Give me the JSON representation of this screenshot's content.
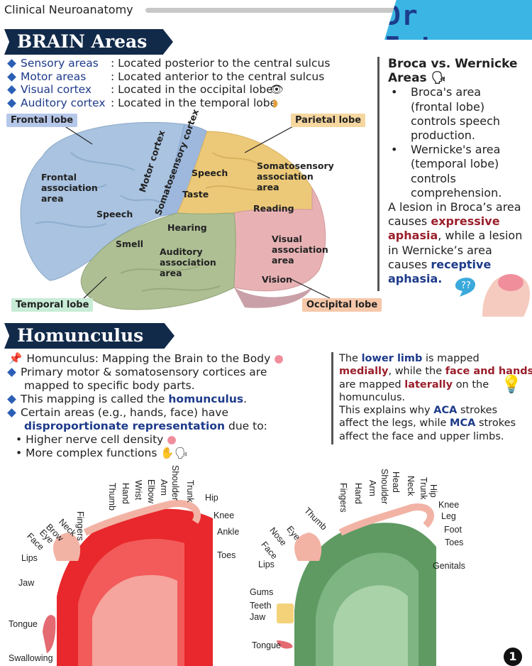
{
  "header": {
    "title": "Clinical Neuroanatomy",
    "brand": "Dr Imtyaz"
  },
  "brain": {
    "banner": "BRAIN Areas",
    "list": [
      {
        "term": "Sensory areas",
        "desc": ": Located posterior to the central sulcus"
      },
      {
        "term": "Motor areas",
        "desc": ": Located anterior to the central sulcus"
      },
      {
        "term": "Visual cortex",
        "desc": ": Located in the occipital lobe"
      },
      {
        "term": "Auditory cortex",
        "desc": ": Located in the temporal lobe"
      }
    ],
    "lobes": {
      "frontal": "Frontal lobe",
      "parietal": "Parietal lobe",
      "temporal": "Temporal lobe",
      "occipital": "Occipital lobe"
    },
    "lobe_colors": {
      "frontal": "#b6c8ea",
      "parietal": "#f6d7a0",
      "temporal": "#c8ecd6",
      "occipital": "#f6c7a8"
    },
    "areas": {
      "frontal_assoc_1": "Frontal",
      "frontal_assoc_2": "association",
      "frontal_assoc_3": "area",
      "speech_front": "Speech",
      "motor_cortex": "Motor cortex",
      "somatosensory_cortex": "Somatosensory cortex",
      "speech": "Speech",
      "taste": "Taste",
      "soma_assoc_1": "Somatosensory",
      "soma_assoc_2": "association",
      "soma_assoc_3": "area",
      "reading": "Reading",
      "hearing": "Hearing",
      "smell": "Smell",
      "aud_assoc_1": "Auditory",
      "aud_assoc_2": "association",
      "aud_assoc_3": "area",
      "vis_assoc_1": "Visual",
      "vis_assoc_2": "association",
      "vis_assoc_3": "area",
      "vision": "Vision"
    },
    "sidebar": {
      "title_1": "Broca vs. Wernicke",
      "title_2": "Areas",
      "bullets": [
        [
          "Broca's area",
          "(frontal lobe)",
          "controls speech",
          "production."
        ],
        [
          "Wernicke's area",
          "(temporal lobe)",
          "controls",
          "comprehension."
        ]
      ],
      "p1": "A lesion in Broca’s area",
      "p2": "causes",
      "em1a": "expressive",
      "em1b": "aphasia",
      "p3": ", while a lesion",
      "p4": "in Wernicke’s area",
      "p5": "causes",
      "em2a": "receptive",
      "em2b": "aphasia."
    }
  },
  "homunculus": {
    "banner": "Homunculus",
    "intro": "Homunculus: Mapping the Brain to the Body",
    "b1a": "Primary motor & somatosensory cortices are",
    "b1b": "mapped to specific body parts.",
    "b2a": "This mapping is called the",
    "b2b": "homunculus",
    "b2c": ".",
    "b3a": "Certain areas (e.g., hands, face) have",
    "b3b": "disproportionate representation",
    "b3c": "due to:",
    "sub1": "Higher nerve cell density",
    "sub2": "More complex functions",
    "right": {
      "l1a": "The",
      "l1b": "lower limb",
      "l1c": "is mapped",
      "l2a": "medially",
      "l2b": ", while the",
      "l2c": "face and hands",
      "l3a": "are mapped",
      "l3b": "laterally",
      "l3c": "on the",
      "l4": "homunculus.",
      "l5a": "This explains why",
      "l5b": "ACA",
      "l5c": "strokes",
      "l6a": "affect the legs, while",
      "l6b": "MCA",
      "l6c": "strokes",
      "l7": "affect the face and upper limbs."
    },
    "motor_labels": [
      "Fingers",
      "Thumb",
      "Hand",
      "Wrist",
      "Elbow",
      "Arm",
      "Shoulder",
      "Trunk",
      "Hip",
      "Knee",
      "Ankle",
      "Toes",
      "Neck",
      "Brow",
      "Eye",
      "Face",
      "Lips",
      "Jaw",
      "Tongue",
      "Swallowing"
    ],
    "sensory_labels": [
      "Fingers",
      "Hand",
      "Arm",
      "Shoulder",
      "Head",
      "Neck",
      "Trunk",
      "Hip",
      "Knee",
      "Leg",
      "Foot",
      "Toes",
      "Genitals",
      "Thumb",
      "Eye",
      "Nose",
      "Face",
      "Lips",
      "Gums",
      "Teeth",
      "Jaw",
      "Tongue"
    ],
    "page_number": "1"
  }
}
